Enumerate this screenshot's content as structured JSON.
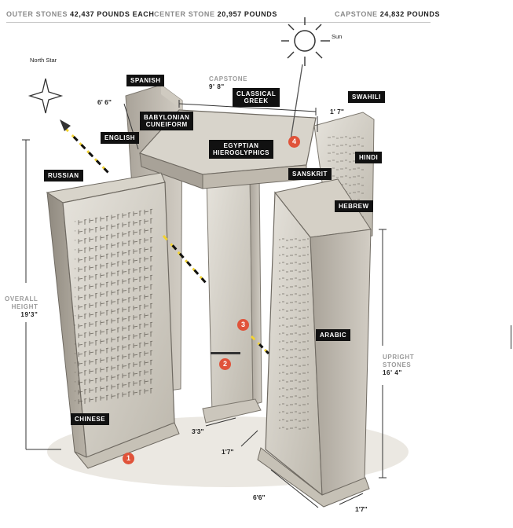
{
  "header": {
    "outer_label": "OUTER STONES",
    "outer_value": "42,437 POUNDS EACH",
    "center_label": "CENTER STONE",
    "center_value": "20,957 POUNDS",
    "cap_label": "CAPSTONE",
    "cap_value": "24,832 POUNDS"
  },
  "sky": {
    "sun": "Sun",
    "north_star": "North Star"
  },
  "languages": {
    "spanish": "SPANISH",
    "babylonian_1": "BABYLONIAN",
    "babylonian_2": "CUNEIFORM",
    "english": "ENGLISH",
    "classical_1": "CLASSICAL",
    "classical_2": "GREEK",
    "egyptian_1": "EGYPTIAN",
    "egyptian_2": "HIEROGLYPHICS",
    "swahili": "SWAHILI",
    "hindi": "HINDI",
    "sanskrit": "SANSKRIT",
    "russian": "RUSSIAN",
    "hebrew": "HEBREW",
    "arabic": "ARABIC",
    "chinese": "CHINESE"
  },
  "dimensions": {
    "capstone_label": "CAPSTONE",
    "capstone_value": "9' 8\"",
    "cap_depth": "6' 6\"",
    "cap_thick": "1' 7\"",
    "overall_1": "OVERALL",
    "overall_2": "HEIGHT",
    "overall_3": "19'3\"",
    "upright_1": "UPRIGHT",
    "upright_2": "STONES",
    "upright_3": "16' 4\"",
    "center_width": "3'3\"",
    "center_thick": "1'7\"",
    "base_width": "6'6\"",
    "base_thick": "1'7\""
  },
  "markers": [
    "1",
    "2",
    "3",
    "4"
  ]
}
